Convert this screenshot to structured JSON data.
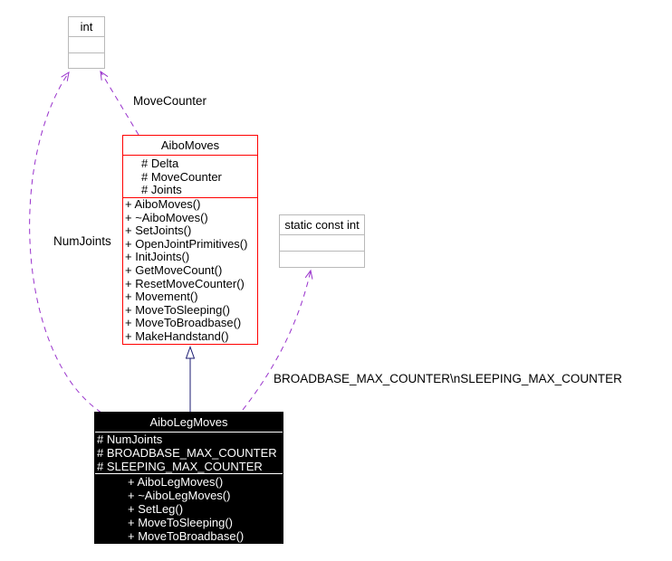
{
  "classes": {
    "int_type": {
      "title": "int"
    },
    "aibo_moves": {
      "title": "AiboMoves",
      "attributes": [
        "# Delta",
        "# MoveCounter",
        "# Joints"
      ],
      "methods": [
        "+ AiboMoves()",
        "+ ~AiboMoves()",
        "+ SetJoints()",
        "+ OpenJointPrimitives()",
        "+ InitJoints()",
        "+ GetMoveCount()",
        "+ ResetMoveCounter()",
        "+ Movement()",
        "+ MoveToSleeping()",
        "+ MoveToBroadbase()",
        "+ MakeHandstand()"
      ]
    },
    "static_const_int_type": {
      "title": "static const int"
    },
    "aibo_leg_moves": {
      "title": "AiboLegMoves",
      "attributes": [
        "# NumJoints",
        "# BROADBASE_MAX_COUNTER",
        "# SLEEPING_MAX_COUNTER"
      ],
      "methods": [
        "+ AiboLegMoves()",
        "+ ~AiboLegMoves()",
        "+ SetLeg()",
        "+ MoveToSleeping()",
        "+ MoveToBroadbase()"
      ]
    }
  },
  "edge_labels": {
    "movecounter": "MoveCounter",
    "numjoints": "NumJoints",
    "broadbase_sleeping": "BROADBASE_MAX_COUNTER\\nSLEEPING_MAX_COUNTER"
  },
  "colors": {
    "usage_edge": "#9932CC",
    "inheritance_edge": "#191970",
    "documented_class_border": "#FF0000",
    "type_box_border": "#B9B9B9",
    "current_class_bg": "#000000",
    "current_class_text": "#FFFFFF"
  }
}
